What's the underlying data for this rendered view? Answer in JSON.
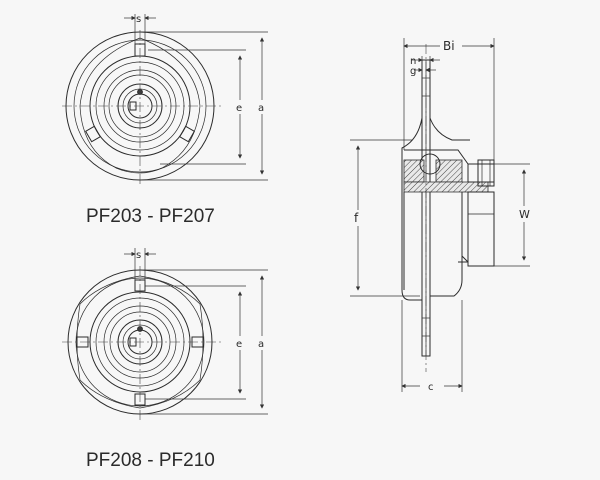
{
  "view_top": {
    "caption": "PF203 - PF207",
    "dim_s": "s",
    "dim_e": "e",
    "dim_a": "a"
  },
  "view_bottom": {
    "caption": "PF208 - PF210",
    "dim_s": "s",
    "dim_e": "e",
    "dim_a": "a"
  },
  "section": {
    "dim_bi": "Bi",
    "dim_n": "n",
    "dim_g": "g",
    "dim_f": "f",
    "dim_w": "W",
    "dim_c": "c"
  }
}
